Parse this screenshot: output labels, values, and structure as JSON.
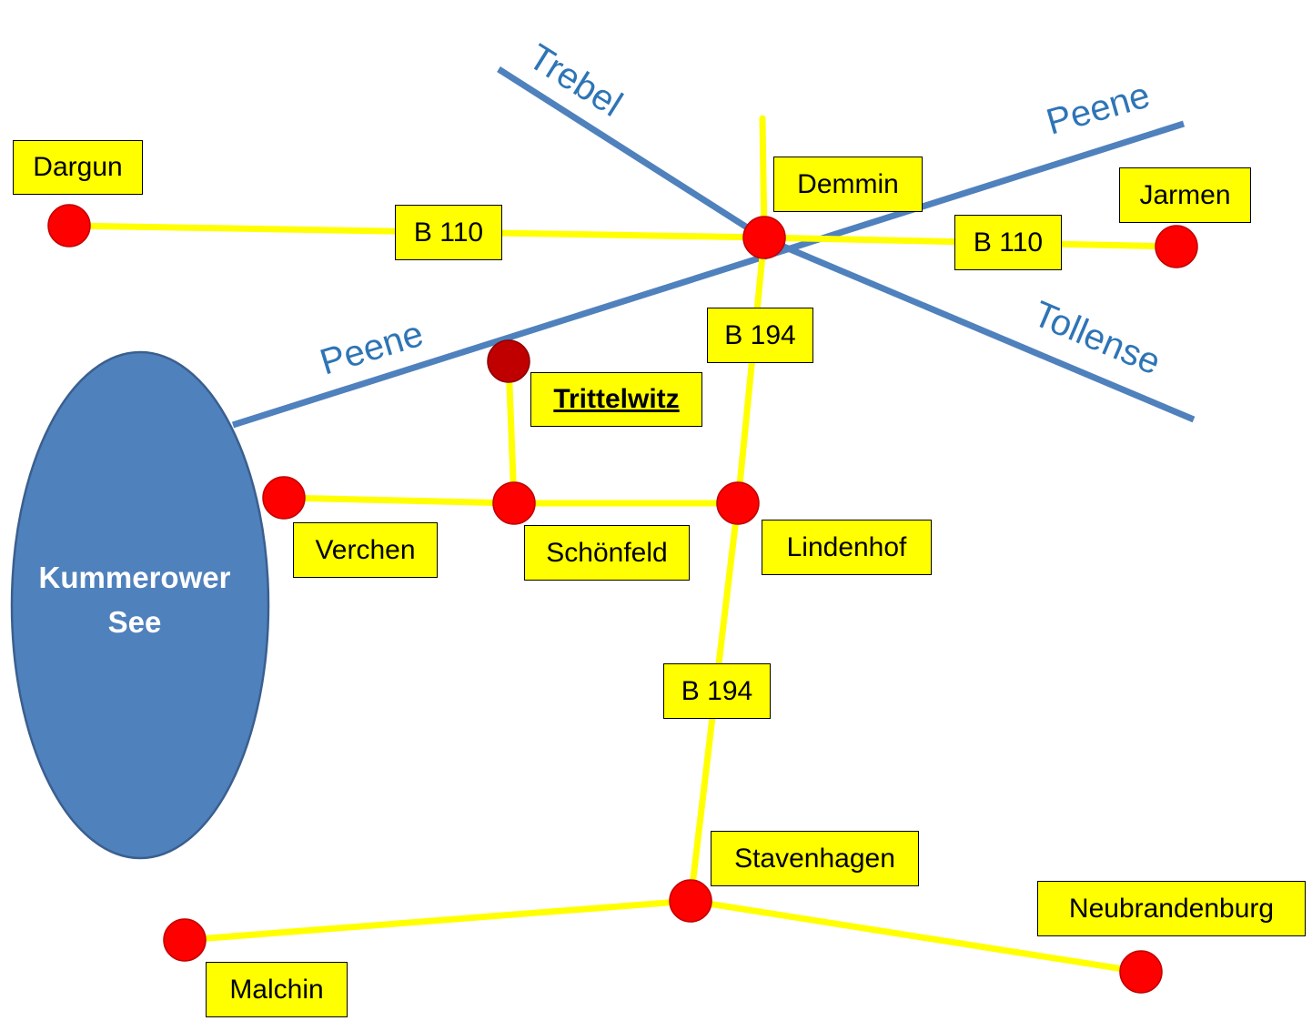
{
  "lake": {
    "line1": "Kummerower",
    "line2": "See",
    "color": "#4f81bd"
  },
  "rivers": {
    "trebel": "Trebel",
    "peene_east": "Peene",
    "peene_west": "Peene",
    "tollense": "Tollense",
    "color": "#4f81bd",
    "label_color": "#2e75b6"
  },
  "roads": {
    "b110_west": "B 110",
    "b110_east": "B 110",
    "b194_north": "B 194",
    "b194_south": "B 194",
    "color": "#ffff00"
  },
  "places": {
    "dargun": "Dargun",
    "demmin": "Demmin",
    "jarmen": "Jarmen",
    "trittelwitz": "Trittelwitz",
    "verchen": "Verchen",
    "schoenfeld": "Schönfeld",
    "lindenhof": "Lindenhof",
    "stavenhagen": "Stavenhagen",
    "neubrandenburg": "Neubrandenburg",
    "malchin": "Malchin"
  },
  "markers": {
    "town_color": "#ff0000",
    "highlight_color": "#c00000"
  }
}
